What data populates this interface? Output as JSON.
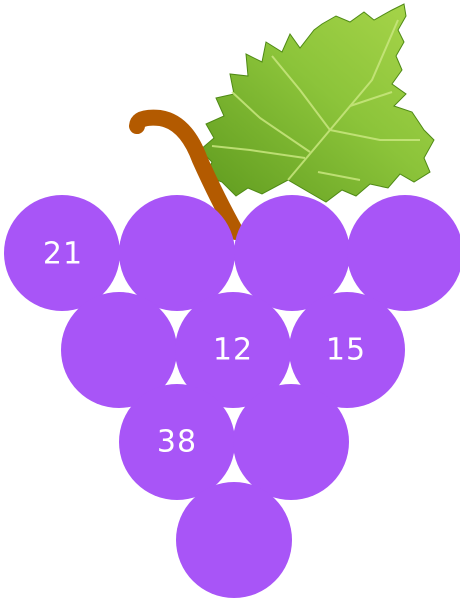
{
  "colors": {
    "grape": "#a855f7",
    "stem": "#b35a00",
    "leaf_light": "#9ccf3e",
    "leaf_dark": "#5e9a1e",
    "leaf_vein": "#c9e77f",
    "background": "#ffffff"
  },
  "grapes": [
    {
      "id": "r1c1",
      "label": "21"
    },
    {
      "id": "r1c2",
      "label": ""
    },
    {
      "id": "r1c3",
      "label": ""
    },
    {
      "id": "r1c4",
      "label": ""
    },
    {
      "id": "r2c1",
      "label": ""
    },
    {
      "id": "r2c2",
      "label": "12"
    },
    {
      "id": "r2c3",
      "label": "15"
    },
    {
      "id": "r3c1",
      "label": "38"
    },
    {
      "id": "r3c2",
      "label": ""
    },
    {
      "id": "r4c1",
      "label": ""
    }
  ]
}
